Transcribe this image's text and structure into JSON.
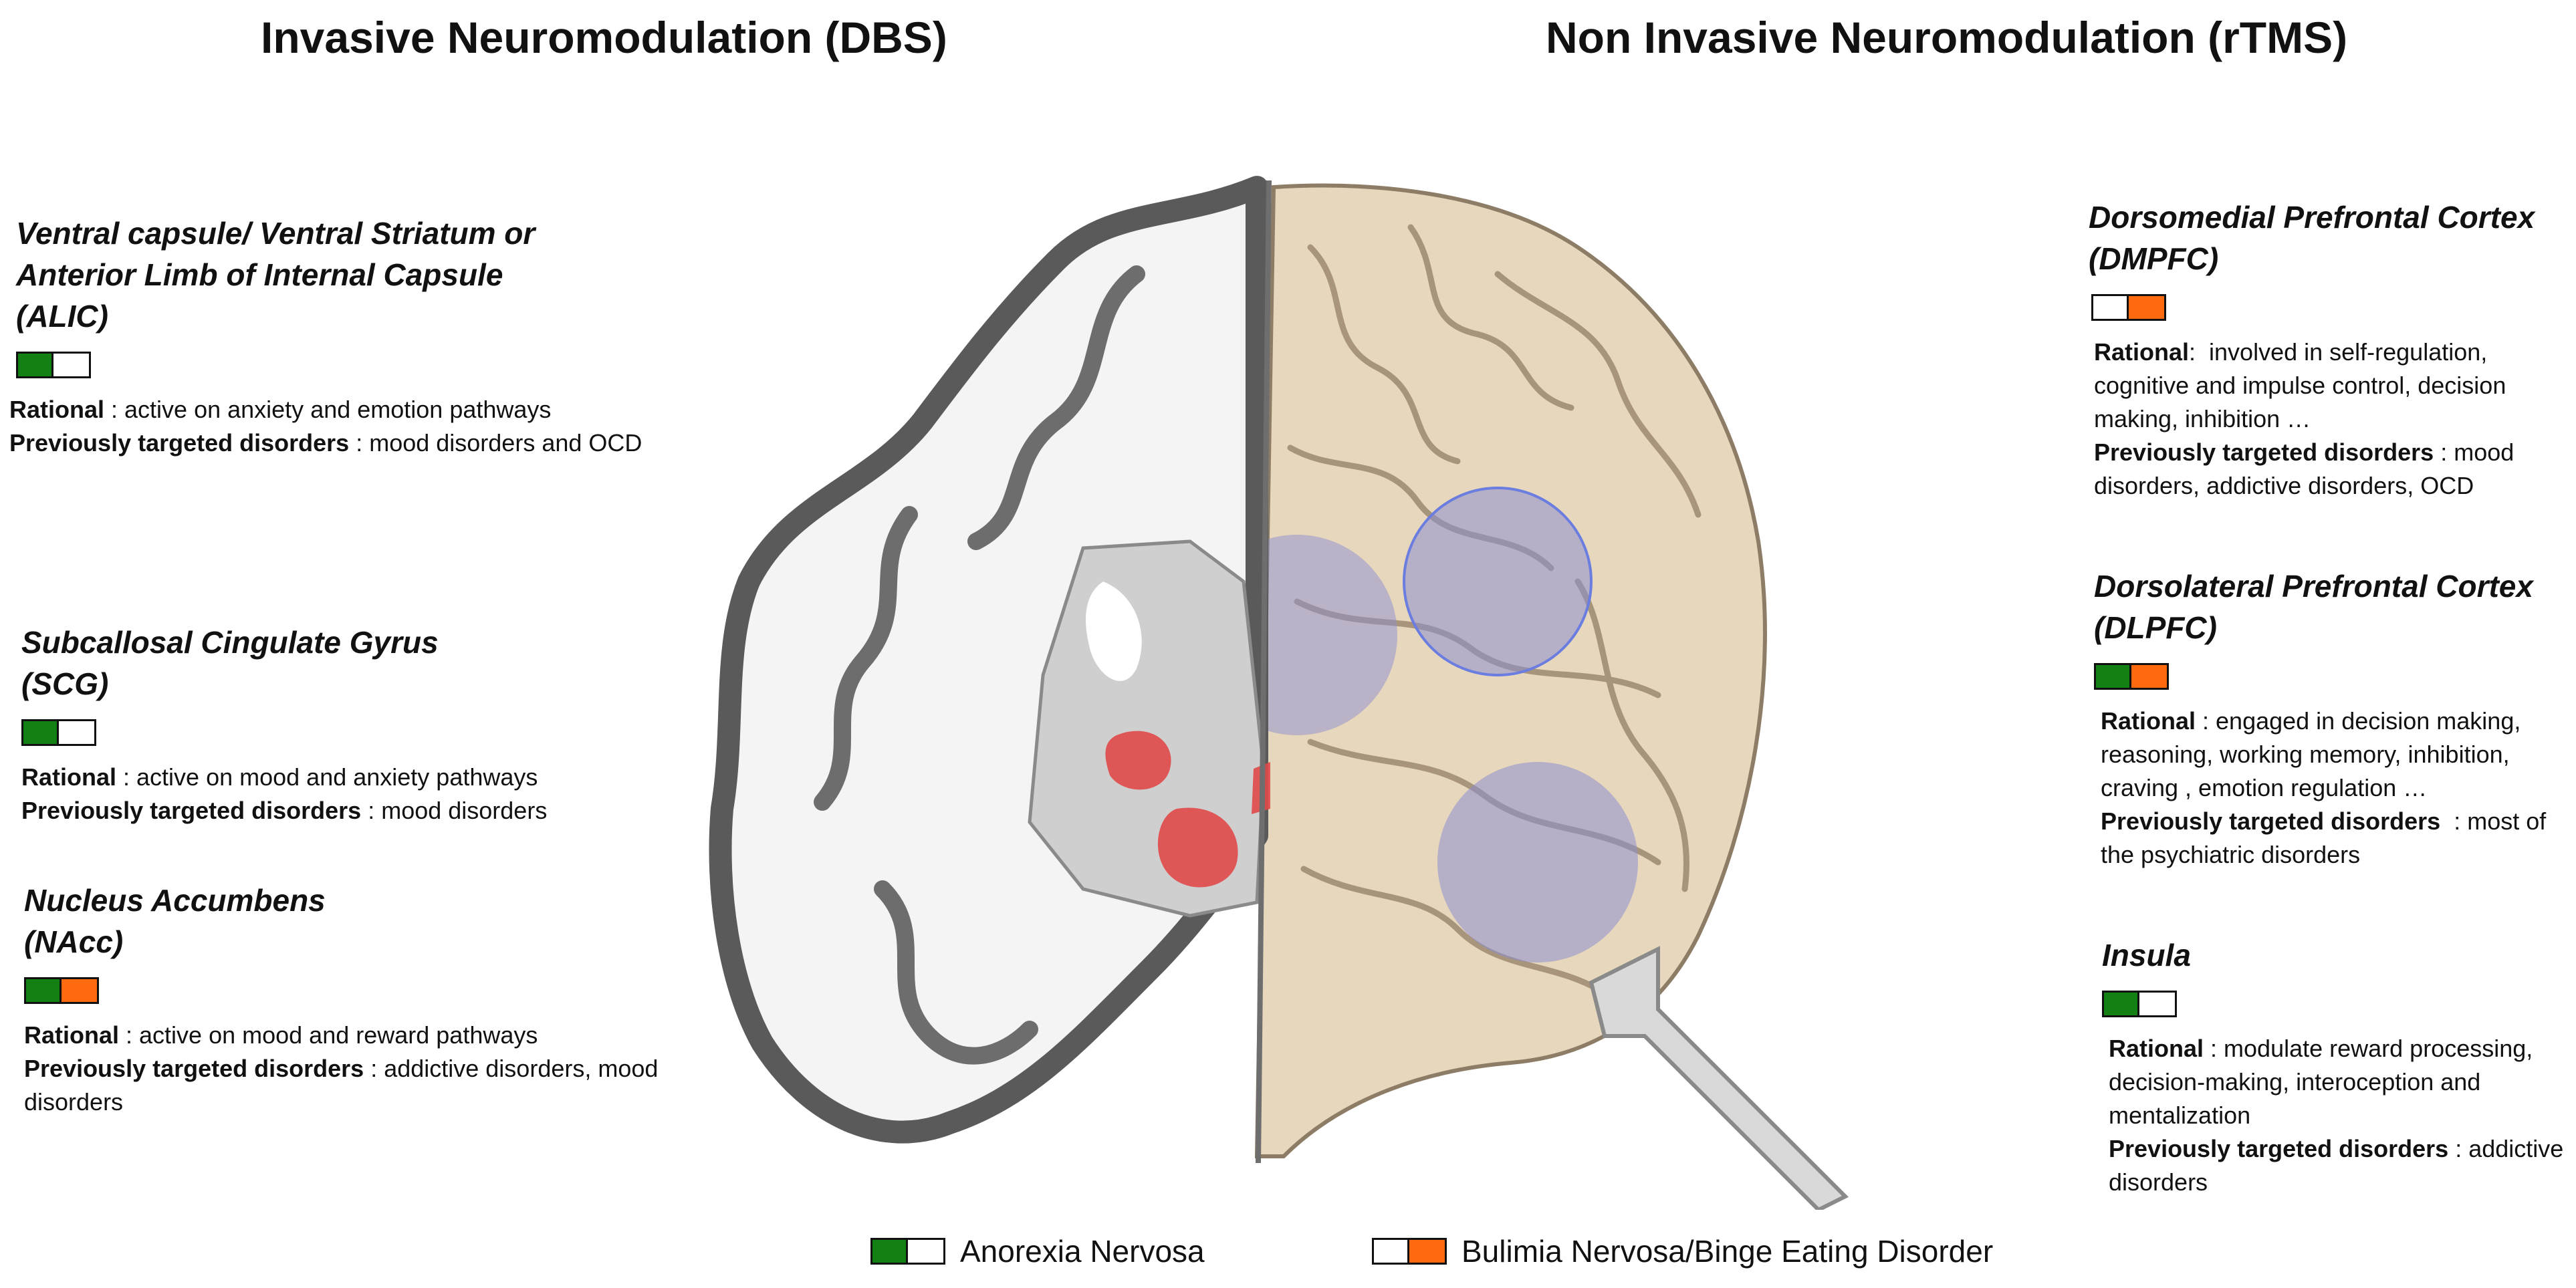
{
  "titles": {
    "left": "Invasive Neuromodulation (DBS)",
    "right": "Non Invasive Neuromodulation (rTMS)"
  },
  "colors": {
    "anorexia": "#128012",
    "bulimia": "#ff6a10",
    "empty": "#ffffff"
  },
  "labels": {
    "rational": "Rational",
    "previously": "Previously targeted disorders"
  },
  "dbs_targets": [
    {
      "title": "Ventral capsule/ Ventral Striatum or Anterior Limb of Internal Capsule (ALIC)",
      "swatch": [
        "anorexia",
        "empty"
      ],
      "rational": "active on anxiety and emotion pathways",
      "previous": "mood disorders and OCD"
    },
    {
      "title": "Subcallosal Cingulate Gyrus (SCG)",
      "swatch": [
        "anorexia",
        "empty"
      ],
      "rational": "active on mood and anxiety pathways",
      "previous": "mood disorders"
    },
    {
      "title": "Nucleus Accumbens (NAcc)",
      "swatch": [
        "anorexia",
        "bulimia"
      ],
      "rational": "active on mood and reward pathways",
      "previous": "addictive disorders, mood disorders"
    }
  ],
  "rtms_targets": [
    {
      "title": "Dorsomedial Prefrontal Cortex (DMPFC)",
      "swatch": [
        "empty",
        "bulimia"
      ],
      "rational": "involved in self-regulation, cognitive and impulse control, decision making, inhibition …",
      "previous": "mood disorders, addictive disorders, OCD"
    },
    {
      "title": "Dorsolateral Prefrontal Cortex (DLPFC)",
      "swatch": [
        "anorexia",
        "bulimia"
      ],
      "rational": "engaged in decision making, reasoning, working memory, inhibition, craving , emotion regulation …",
      "previous": "most of the psychiatric disorders"
    },
    {
      "title": "Insula",
      "swatch": [
        "anorexia",
        "empty"
      ],
      "rational": "modulate reward processing, decision-making, interoception and mentalization",
      "previous": "addictive disorders"
    }
  ],
  "legend": [
    {
      "swatch": [
        "anorexia",
        "empty"
      ],
      "label": "Anorexia Nervosa"
    },
    {
      "swatch": [
        "empty",
        "bulimia"
      ],
      "label": "Bulimia Nervosa/Binge Eating Disorder"
    }
  ]
}
